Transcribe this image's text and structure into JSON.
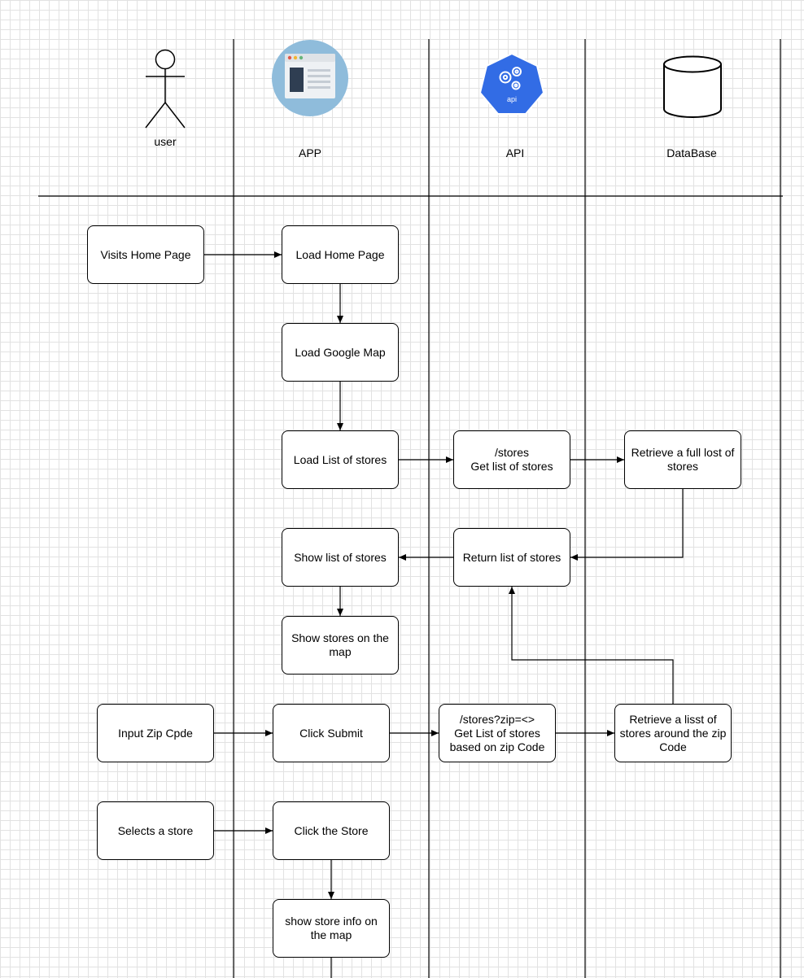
{
  "lanes": [
    {
      "id": "user",
      "label": "user",
      "icon": "stick-figure-icon"
    },
    {
      "id": "app",
      "label": "APP",
      "icon": "browser-window-icon"
    },
    {
      "id": "api",
      "label": "API",
      "icon": "kubernetes-api-icon",
      "icon_text": "api"
    },
    {
      "id": "db",
      "label": "DataBase",
      "icon": "database-cylinder-icon"
    }
  ],
  "nodes": {
    "visits_home": "Visits Home Page",
    "load_home": "Load Home Page",
    "load_map": "Load Google Map",
    "load_list": "Load List of stores",
    "api_stores": "/stores\nGet list of stores",
    "db_full": "Retrieve a full lost of stores",
    "return_list": "Return list of stores",
    "show_list": "Show list of stores",
    "show_on_map": "Show stores on the map",
    "input_zip": "Input Zip Cpde",
    "click_submit": "Click Submit",
    "api_zip": "/stores?zip=<>\nGet List of stores based on zip Code",
    "db_zip": "Retrieve a lisst of stores around the zip Code",
    "select_store": "Selects a store",
    "click_store": "Click the Store",
    "show_info": "show store info on the map"
  },
  "edges": [
    {
      "from": "visits_home",
      "to": "load_home"
    },
    {
      "from": "load_home",
      "to": "load_map"
    },
    {
      "from": "load_map",
      "to": "load_list"
    },
    {
      "from": "load_list",
      "to": "api_stores"
    },
    {
      "from": "api_stores",
      "to": "db_full"
    },
    {
      "from": "db_full",
      "to": "return_list"
    },
    {
      "from": "return_list",
      "to": "show_list"
    },
    {
      "from": "show_list",
      "to": "show_on_map"
    },
    {
      "from": "db_zip",
      "to": "return_list"
    },
    {
      "from": "input_zip",
      "to": "click_submit"
    },
    {
      "from": "click_submit",
      "to": "api_zip"
    },
    {
      "from": "api_zip",
      "to": "db_zip"
    },
    {
      "from": "select_store",
      "to": "click_store"
    },
    {
      "from": "click_store",
      "to": "show_info"
    }
  ],
  "colors": {
    "browser_icon_bg": "#8fbcdb",
    "api_icon_bg": "#326ce5",
    "line": "#000000",
    "grid": "#e2e2e2"
  }
}
